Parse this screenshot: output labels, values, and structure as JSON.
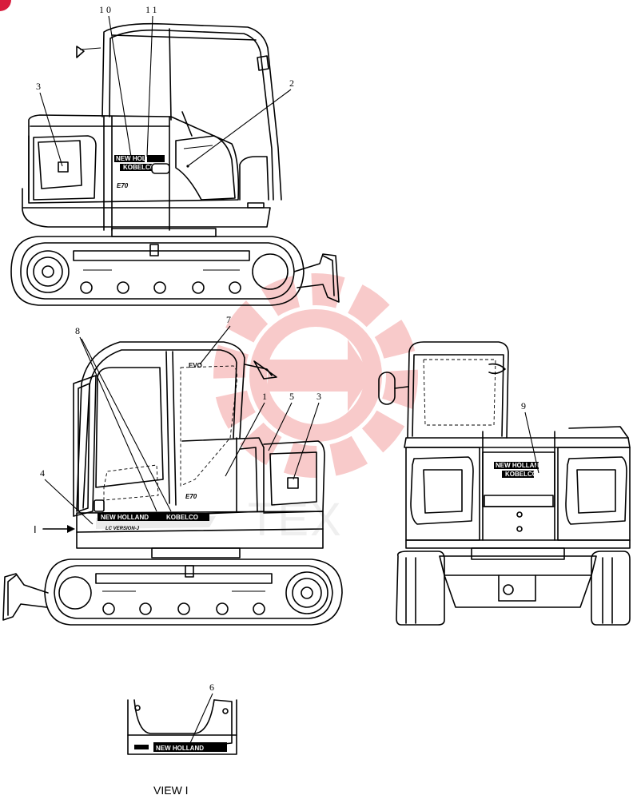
{
  "callouts": {
    "c1": "1",
    "c2": "2",
    "c3a": "3",
    "c3b": "3",
    "c4": "4",
    "c5": "5",
    "c6": "6",
    "c7": "7",
    "c8": "8",
    "c9": "9",
    "c10": "10",
    "c11": "11"
  },
  "decals": {
    "new_holland": "NEW HOLLAND",
    "kobelco": "KOBELCO",
    "model": "E70",
    "lc_version": "LC VERSION-J",
    "evo": "EVO"
  },
  "view": {
    "label": "VIEW I",
    "arrow_label": "I"
  },
  "watermark": {
    "text": "TEX",
    "color": "#f08080"
  }
}
